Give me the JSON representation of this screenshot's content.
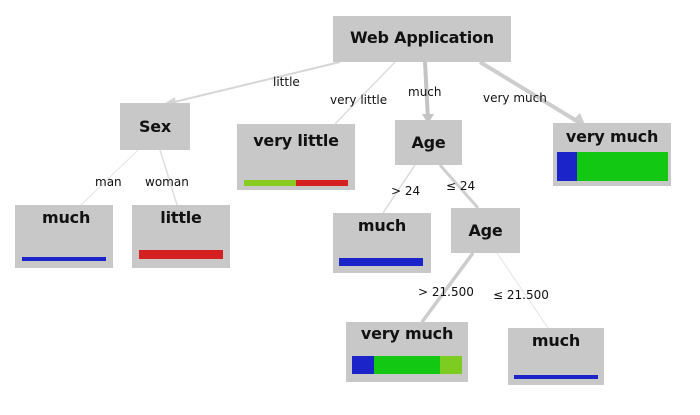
{
  "nodes": {
    "root": {
      "label": "Web Application"
    },
    "sex": {
      "label": "Sex"
    },
    "age1": {
      "label": "Age"
    },
    "age2": {
      "label": "Age"
    },
    "leaf_very_little": {
      "label": "very little",
      "bar": [
        {
          "color": "#88cc22",
          "share": 0.5
        },
        {
          "color": "#d42020",
          "share": 0.5
        }
      ]
    },
    "leaf_very_much_top": {
      "label": "very much",
      "bar": [
        {
          "color": "#1a24c8",
          "share": 0.18
        },
        {
          "color": "#12c812",
          "share": 0.82
        }
      ]
    },
    "leaf_man_much": {
      "label": "much",
      "bar": [
        {
          "color": "#1a24c8",
          "share": 1
        }
      ]
    },
    "leaf_woman_little": {
      "label": "little",
      "bar": [
        {
          "color": "#d42020",
          "share": 1
        }
      ]
    },
    "leaf_age_much": {
      "label": "much",
      "bar": [
        {
          "color": "#1a24c8",
          "share": 1
        }
      ]
    },
    "leaf_very_much_bottom": {
      "label": "very much",
      "bar": [
        {
          "color": "#1a24c8",
          "share": 0.2
        },
        {
          "color": "#12c812",
          "share": 0.6
        },
        {
          "color": "#7ccc22",
          "share": 0.2
        }
      ]
    },
    "leaf_much_bottom": {
      "label": "much",
      "bar": [
        {
          "color": "#1a24c8",
          "share": 1
        }
      ]
    }
  },
  "edges": {
    "little": "little",
    "very_little": "very little",
    "much": "much",
    "very_much": "very much",
    "man": "man",
    "woman": "woman",
    "gt24": "> 24",
    "le24": "≤ 24",
    "gt21": "> 21.500",
    "le21": "≤ 21.500"
  }
}
